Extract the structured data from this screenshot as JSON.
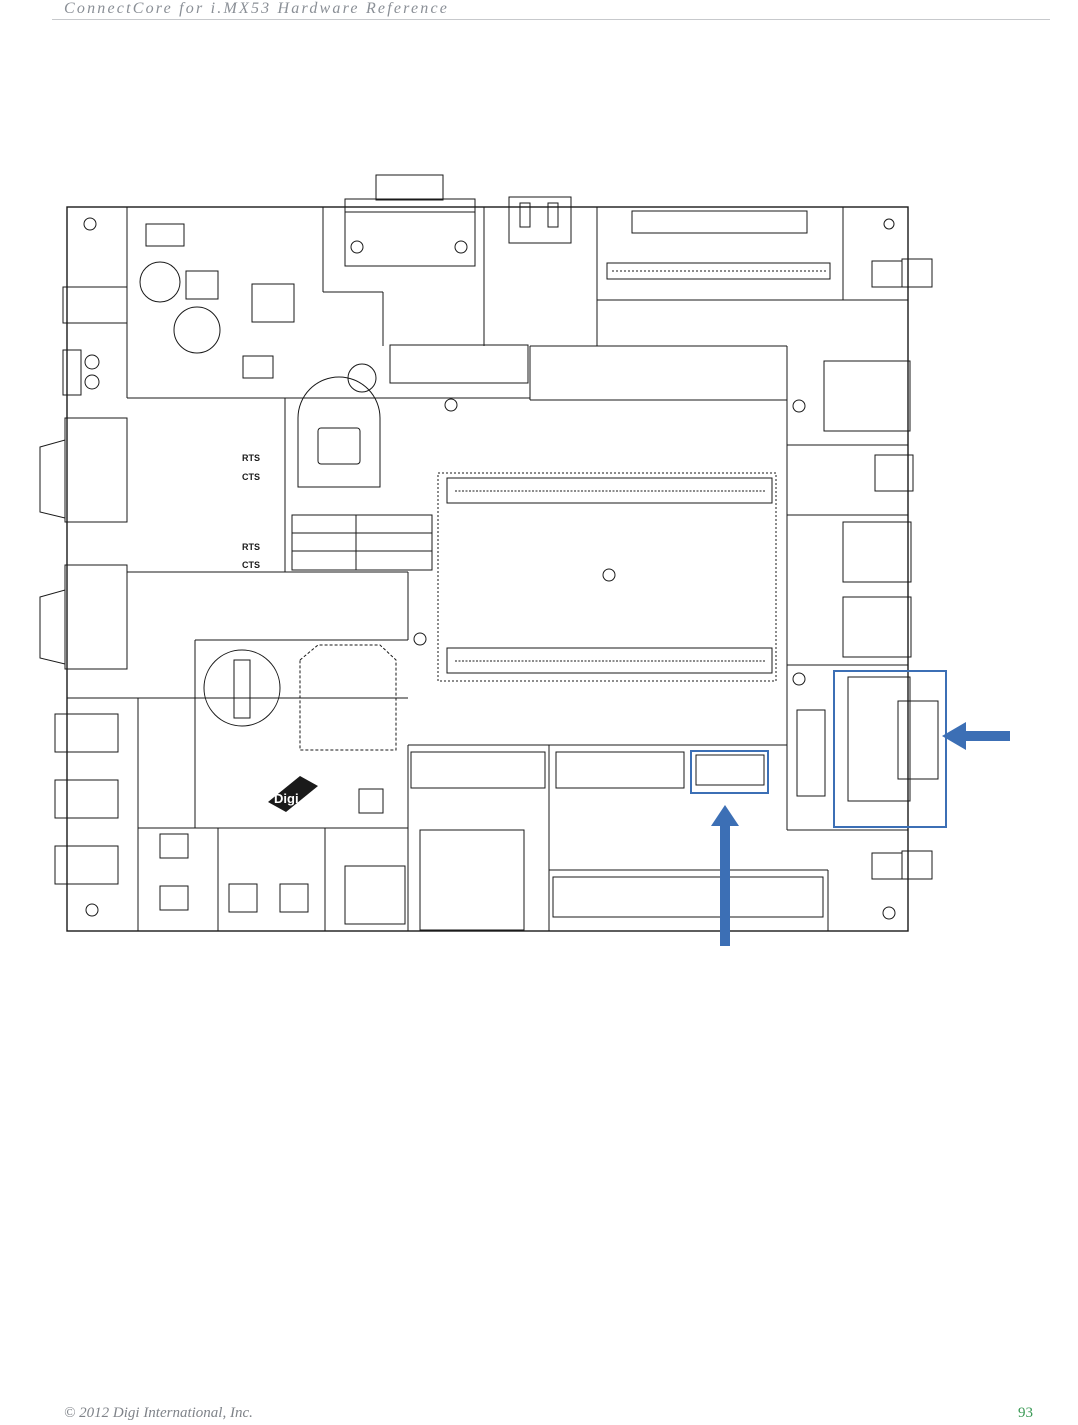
{
  "header": {
    "title": "ConnectCore for i.MX53 Hardware Reference"
  },
  "footer": {
    "copyright": "© 2012 Digi International, Inc.",
    "page_number": "93"
  },
  "board": {
    "logo_text": "Digi",
    "silkscreen": {
      "rts_1": "RTS",
      "cts_1": "CTS",
      "rts_2": "RTS",
      "cts_2": "CTS"
    },
    "colors": {
      "outline": "#1a1a1a",
      "highlight": "#3c6fb5"
    }
  }
}
